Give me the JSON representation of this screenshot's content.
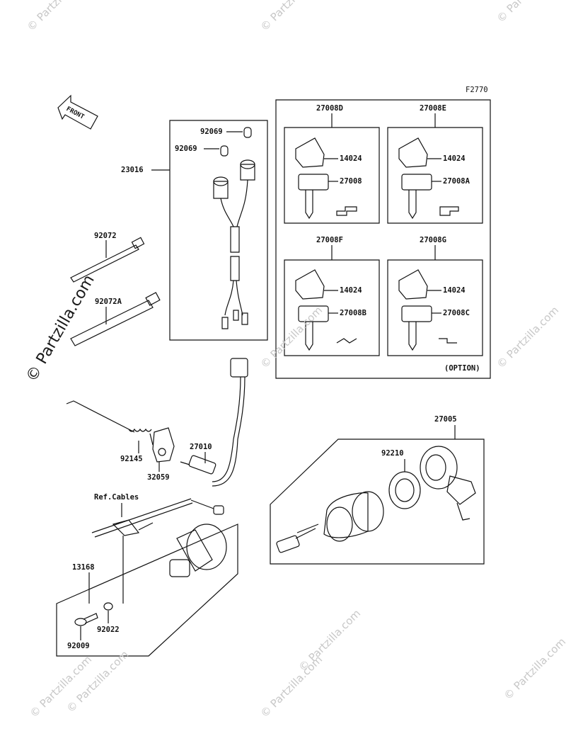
{
  "figure_code": "F2770",
  "front_arrow_label": "FRONT",
  "option_label": "(OPTION)",
  "ref_label": "Ref.Cables",
  "watermark": "© Partzilla.com",
  "parts": {
    "p92069a": "92069",
    "p92069b": "92069",
    "p23016": "23016",
    "p92072": "92072",
    "p92072a": "92072A",
    "p27008d": "27008D",
    "p27008e": "27008E",
    "p27008f": "27008F",
    "p27008g": "27008G",
    "p14024_d": "14024",
    "p27008_d": "27008",
    "p14024_e": "14024",
    "p27008a_e": "27008A",
    "p14024_f": "14024",
    "p27008b_f": "27008B",
    "p14024_g": "14024",
    "p27008c_g": "27008C",
    "p92145": "92145",
    "p32059": "32059",
    "p27010": "27010",
    "p27005": "27005",
    "p92210": "92210",
    "p13168": "13168",
    "p92022": "92022",
    "p92009": "92009"
  }
}
